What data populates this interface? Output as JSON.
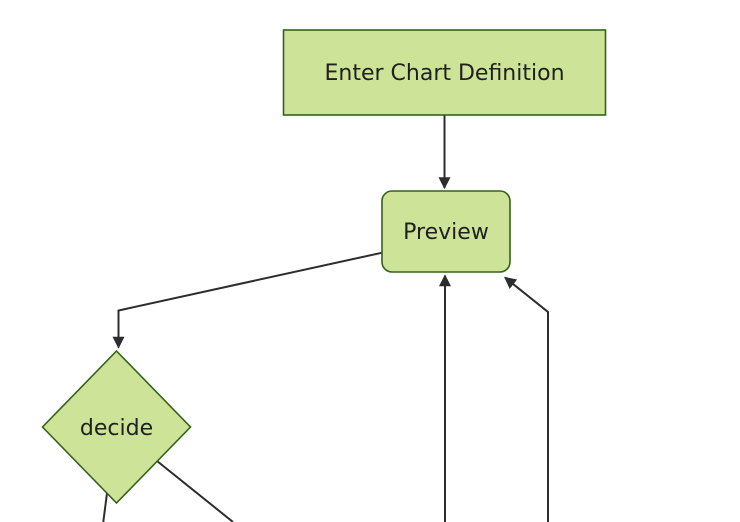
{
  "diagram": {
    "kind": "flowchart",
    "orientation": "top-down",
    "background": "#ffffff",
    "colors": {
      "node_fill": "#cde498",
      "node_border": "#33621a",
      "edge": "#2d2d2d",
      "text": "#1f2020"
    },
    "nodes": [
      {
        "id": "enter-chart-definition",
        "label": "Enter Chart Definition",
        "shape": "rectangle"
      },
      {
        "id": "preview",
        "label": "Preview",
        "shape": "rounded-rectangle"
      },
      {
        "id": "decide",
        "label": "decide",
        "shape": "diamond"
      }
    ],
    "edges": [
      {
        "from": "enter-chart-definition",
        "to": "preview",
        "arrowhead": true
      },
      {
        "from": "preview",
        "to": "decide",
        "arrowhead": true
      },
      {
        "from": "decide",
        "to": "offscreen-bottom-left",
        "arrowhead": false
      },
      {
        "from": "decide",
        "to": "offscreen-bottom-right",
        "arrowhead": false
      },
      {
        "from": "offscreen-bottom-center",
        "to": "preview",
        "arrowhead": true
      },
      {
        "from": "offscreen-bottom-right",
        "to": "preview",
        "arrowhead": true
      }
    ]
  }
}
